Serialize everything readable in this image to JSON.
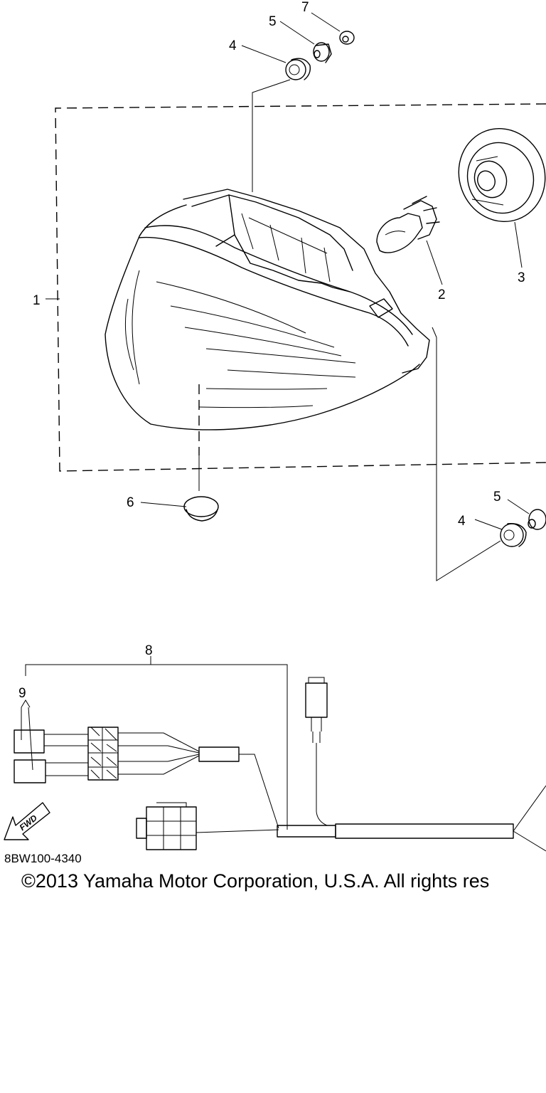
{
  "callouts": {
    "c1": "1",
    "c2": "2",
    "c3": "3",
    "c4_top": "4",
    "c5_top": "5",
    "c6": "6",
    "c7": "7",
    "c4_right": "4",
    "c5_right": "5",
    "c8": "8",
    "c9": "9"
  },
  "fwd_label": "FWD",
  "part_code": "8BW100-4340",
  "copyright": "©2013 Yamaha Motor Corporation, U.S.A. All rights res"
}
